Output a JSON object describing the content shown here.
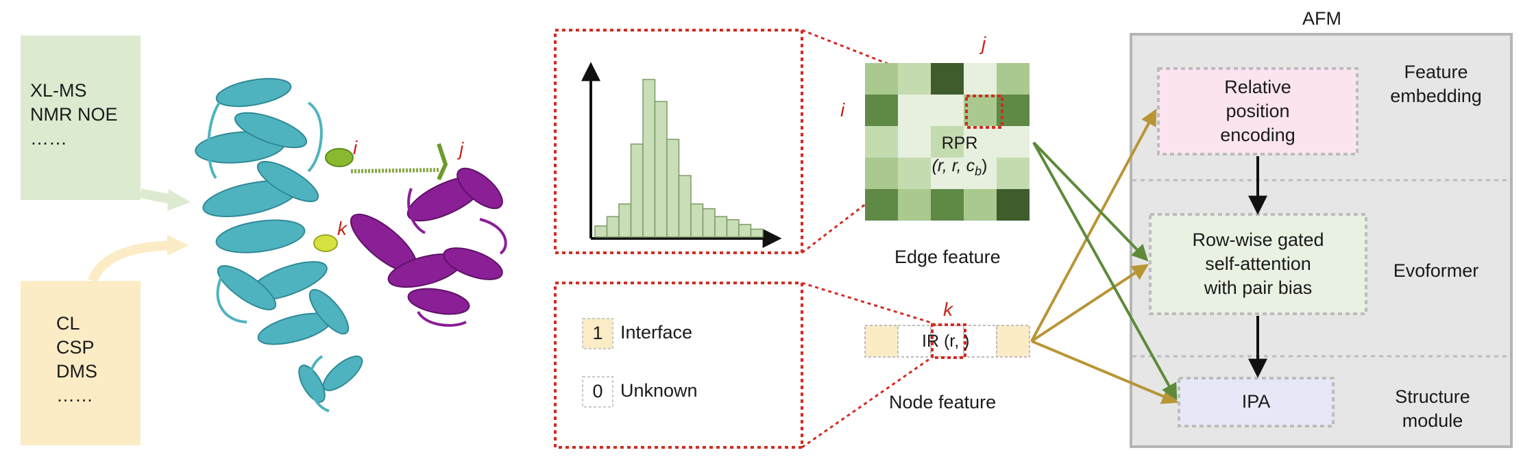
{
  "colors": {
    "cyan_helix": "#4fb3bf",
    "purple_helix": "#8a1f96",
    "green_fill": "#dcebd0",
    "yellow_fill": "#fbecc6",
    "pink_fill": "#fbe4f0",
    "blue_fill": "#e6e8f7",
    "red_dotted": "#d42a20",
    "afm_bg": "#e6e6e6",
    "arrow_gold": "#b89535",
    "arrow_green": "#5c8a3a"
  },
  "experimental_inputs": {
    "pairwise": [
      "XL-MS",
      "NMR NOE",
      "……"
    ],
    "interface": [
      "CL",
      "CSP",
      "DMS",
      "……"
    ]
  },
  "structure": {
    "label_i": "i",
    "label_j": "j",
    "label_k": "k"
  },
  "edge": {
    "row_label": "i",
    "col_label": "j",
    "rpr_line1": "RPR",
    "rpr_line2": "(r, r, c",
    "rpr_sub": "b",
    "rpr_close": ")",
    "caption": "Edge feature",
    "histogram": [
      0.07,
      0.13,
      0.21,
      0.59,
      1.0,
      0.86,
      0.62,
      0.39,
      0.21,
      0.18,
      0.13,
      0.11,
      0.08,
      0.05
    ]
  },
  "node": {
    "k_label": "k",
    "ir_label": "IR (r, )",
    "caption": "Node feature"
  },
  "legend": [
    {
      "value": "1",
      "label": "Interface"
    },
    {
      "value": "0",
      "label": "Unknown"
    }
  ],
  "afm": {
    "title": "AFM",
    "modules": [
      {
        "box": "Relative\nposition\nencoding",
        "side": "Feature\nembedding"
      },
      {
        "box": "Row-wise gated\nself-attention\nwith pair bias",
        "side": "Evoformer"
      },
      {
        "box": "IPA",
        "side": "Structure\nmodule"
      }
    ]
  }
}
